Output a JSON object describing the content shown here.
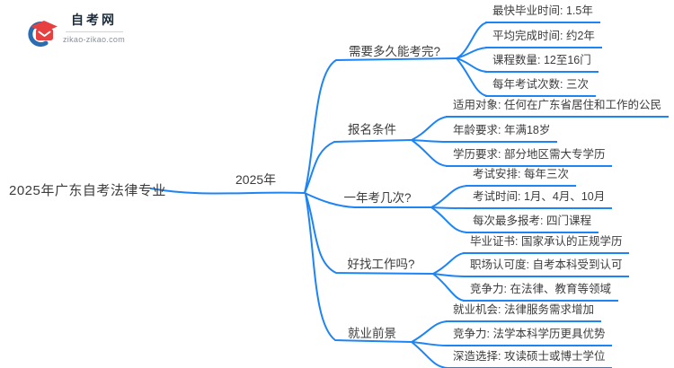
{
  "logo": {
    "title": "自考网",
    "domain": "zikao-zikao.com"
  },
  "root": {
    "label": "2025年广东自考法律专业"
  },
  "center": {
    "label": "2025年"
  },
  "branches": [
    {
      "label": "需要多久能考完?",
      "leaves": [
        "最快毕业时间: 1.5年",
        "平均完成时间: 约2年",
        "课程数量: 12至16门",
        "每年考试次数: 三次"
      ]
    },
    {
      "label": "报名条件",
      "leaves": [
        "适用对象: 任何在广东省居住和工作的公民",
        "年龄要求: 年满18岁",
        "学历要求: 部分地区需大专学历"
      ]
    },
    {
      "label": "一年考几次?",
      "leaves": [
        "考试安排: 每年三次",
        "考试时间: 1月、4月、10月",
        "每次最多报考: 四门课程"
      ]
    },
    {
      "label": "好找工作吗?",
      "leaves": [
        "毕业证书: 国家承认的正规学历",
        "职场认可度: 自考本科受到认可",
        "竞争力: 在法律、教育等领域"
      ]
    },
    {
      "label": "就业前景",
      "leaves": [
        "就业机会: 法律服务需求增加",
        "竞争力: 法学本科学历更具优势",
        "深造选择: 攻读硕士或博士学位"
      ]
    }
  ],
  "colors": {
    "line": "#1d84f5",
    "text": "#3c3c3c",
    "logo_navy": "#1c2b3a",
    "logo_red": "#e64040",
    "logo_blue": "#2b6cb0"
  }
}
